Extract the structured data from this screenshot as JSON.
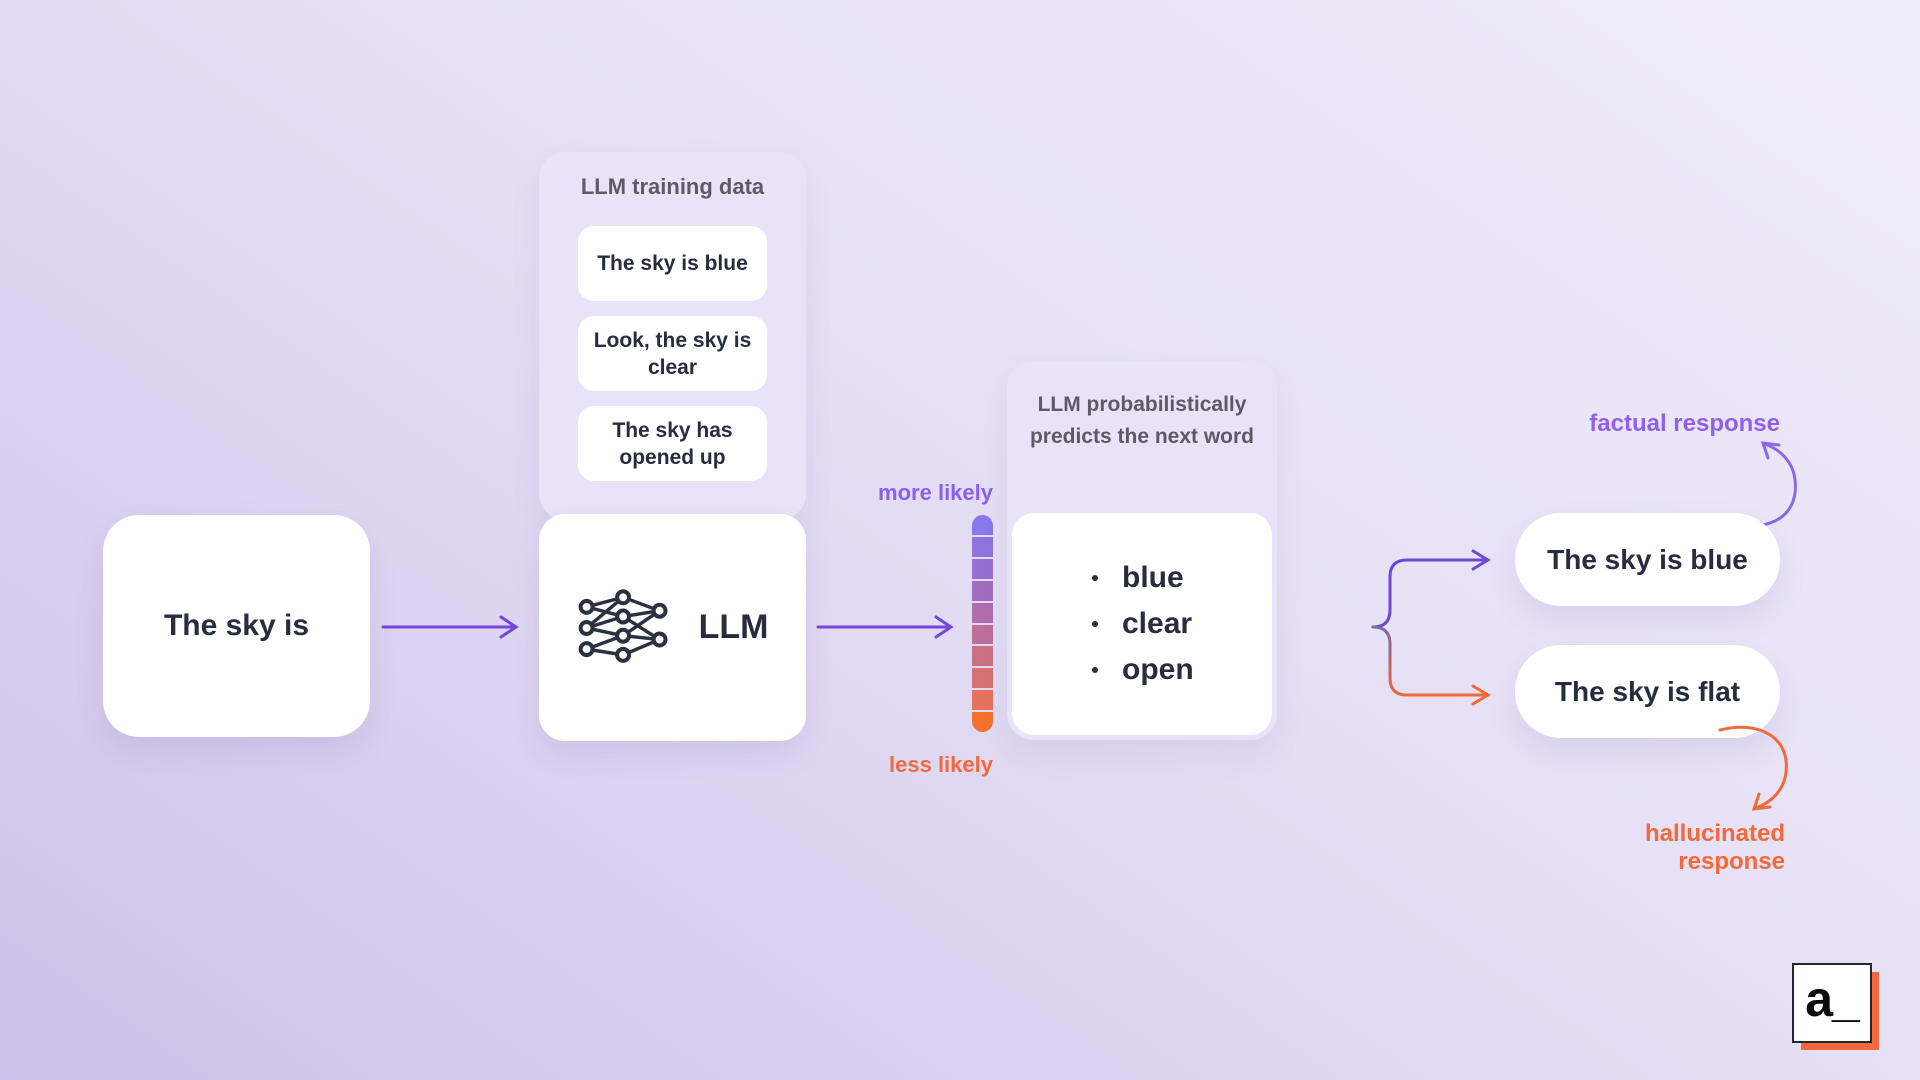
{
  "colors": {
    "accent_purple_arrow": "#7348D9",
    "accent_purple_label": "#8A5FF0",
    "accent_orange": "#F4683A",
    "text_navy": "#272D3F",
    "text_gray": "#5D5A66",
    "card_lavender": "#E8E3F8",
    "background_top": "#EFECFA",
    "background_bottom": "#CBC1EA"
  },
  "input_box": {
    "text": "The sky is"
  },
  "training_card": {
    "title": "LLM training data",
    "examples": [
      "The sky is blue",
      "Look, the sky is clear",
      "The sky has opened up"
    ]
  },
  "llm_box": {
    "label": "LLM",
    "icon": "neural-network-icon"
  },
  "likelihood_bar": {
    "more_label": "more likely",
    "less_label": "less likely",
    "segments": [
      "#8879EC",
      "#8F74DE",
      "#976FD0",
      "#A26DC0",
      "#AF6DAE",
      "#BD6E9A",
      "#CA7086",
      "#D87172",
      "#E5725E",
      "#F4702F"
    ]
  },
  "prediction_card": {
    "title": "LLM probabilistically predicts the next word",
    "candidates": [
      "blue",
      "clear",
      "open"
    ]
  },
  "outcomes": {
    "factual": {
      "label": "factual response",
      "text": "The sky is blue"
    },
    "hallucinated": {
      "label": "hallucinated response",
      "text": "The sky is flat"
    }
  },
  "logo": {
    "text": "a_"
  }
}
